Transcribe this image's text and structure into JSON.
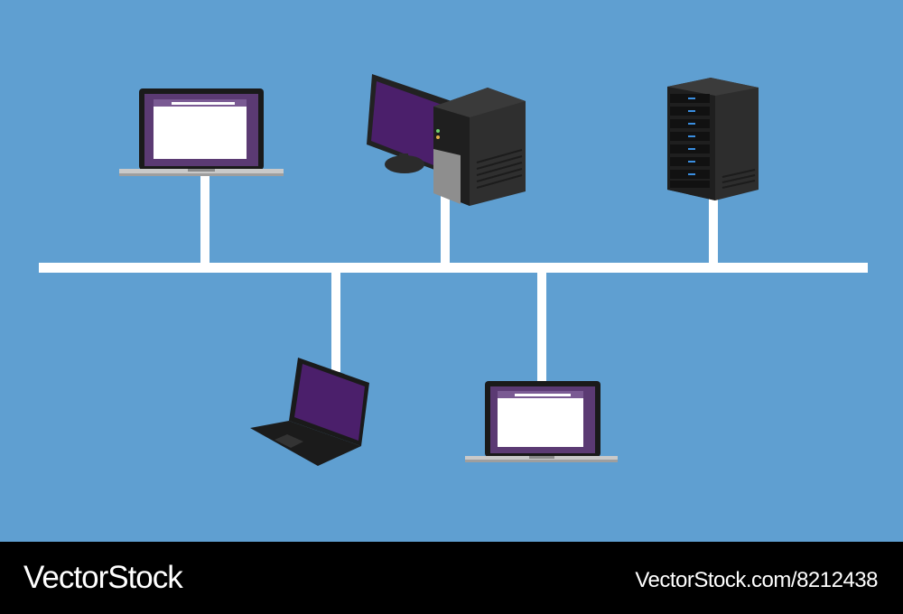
{
  "colors": {
    "background": "#5f9fd1",
    "bus": "#ffffff",
    "screen_purple": "#4b1f6b",
    "device_dark": "#2b2b2b",
    "footer": "#000000"
  },
  "diagram": {
    "topology": "bus",
    "nodes": [
      {
        "id": "laptop-top-left",
        "icon": "laptop-icon"
      },
      {
        "id": "desktop-pc",
        "icon": "desktop-computer-icon"
      },
      {
        "id": "server-rack",
        "icon": "server-icon"
      },
      {
        "id": "laptop-bottom-angled",
        "icon": "laptop-icon"
      },
      {
        "id": "laptop-bottom-right",
        "icon": "laptop-icon"
      }
    ]
  },
  "watermark": {
    "brand": "VectorStock",
    "site_id": "VectorStock.com/8212438"
  }
}
